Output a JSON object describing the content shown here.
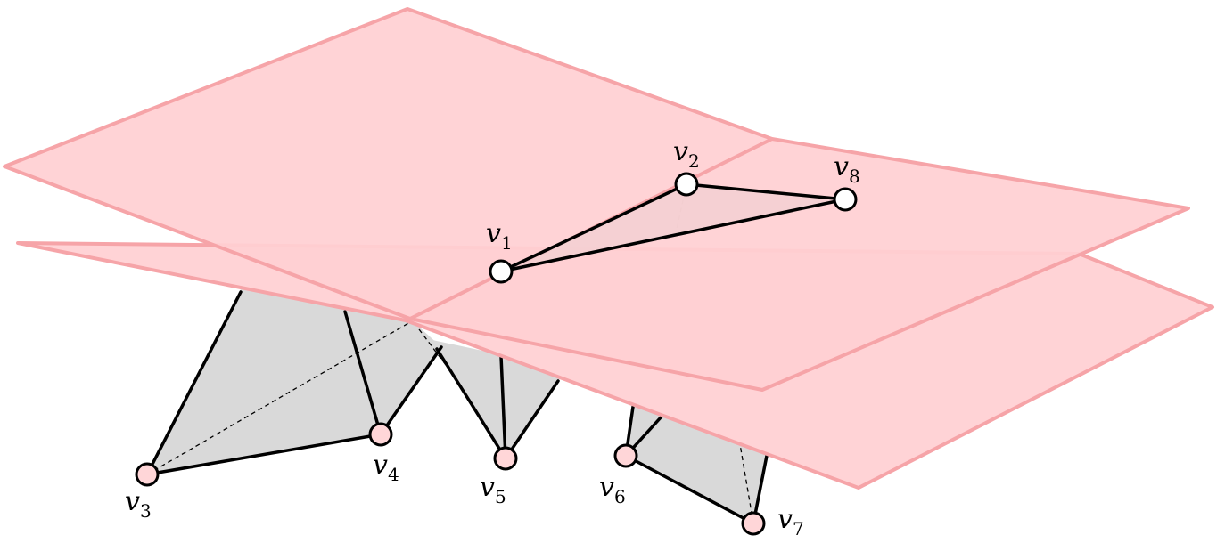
{
  "vertices": [
    {
      "id": "v1",
      "name": "v",
      "sub": "1"
    },
    {
      "id": "v2",
      "name": "v",
      "sub": "2"
    },
    {
      "id": "v3",
      "name": "v",
      "sub": "3"
    },
    {
      "id": "v4",
      "name": "v",
      "sub": "4"
    },
    {
      "id": "v5",
      "name": "v",
      "sub": "5"
    },
    {
      "id": "v6",
      "name": "v",
      "sub": "6"
    },
    {
      "id": "v7",
      "name": "v",
      "sub": "7"
    },
    {
      "id": "v8",
      "name": "v",
      "sub": "8"
    }
  ],
  "colors": {
    "plane_fill": "#ffd3d6",
    "plane_stroke": "#f6a4a8",
    "plane_front_fill": "#ffd0d3",
    "face_fill": "#d9d9d9",
    "edge": "#000000",
    "vertex_above": "#ffffff",
    "vertex_below": "#ffd6d8"
  }
}
